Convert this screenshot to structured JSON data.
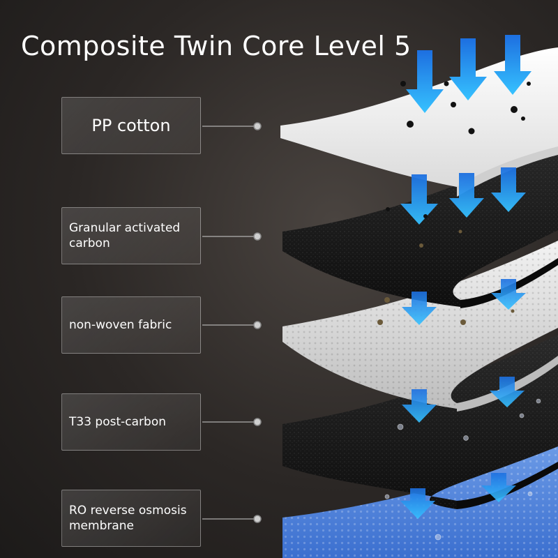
{
  "title": "Composite Twin Core Level 5",
  "layers": [
    {
      "label": "PP cotton"
    },
    {
      "label": "Granular activated\ncarbon"
    },
    {
      "label": "non-woven fabric"
    },
    {
      "label": "T33 post-carbon"
    },
    {
      "label": "RO reverse osmosis\nmembrane"
    }
  ],
  "colors": {
    "arrow": "#2f8ff0",
    "white_layer": "#f2f2f2",
    "carbon_layer": "#1a1a1a",
    "membrane_layer": "#4d7fd6"
  }
}
